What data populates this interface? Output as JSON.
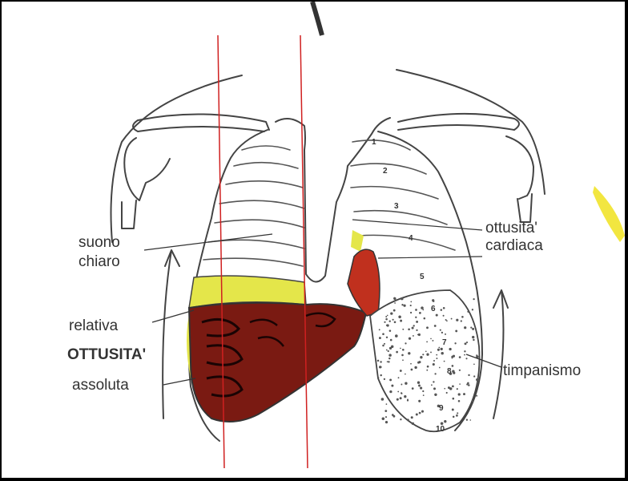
{
  "labels": {
    "suono": "suono",
    "chiaro": "chiaro",
    "relativa": "relativa",
    "ottusita": "OTTUSITA'",
    "assoluta": "assoluta",
    "ottusita_cardiaca_1": "ottusita'",
    "ottusita_cardiaca_2": "cardiaca",
    "timpanismo": "timpanismo"
  },
  "rib_numbers": [
    "1",
    "2",
    "3",
    "4",
    "5",
    "6",
    "7",
    "8",
    "9",
    "10"
  ],
  "colors": {
    "absolute_dullness": "#7a1a12",
    "relative_dullness": "#e4e64a",
    "cardiac_dullness": "#c0301e",
    "guide_lines": "#d02020",
    "tympanism_stipple": "#555555",
    "accent_yellow": "#f2e640"
  }
}
